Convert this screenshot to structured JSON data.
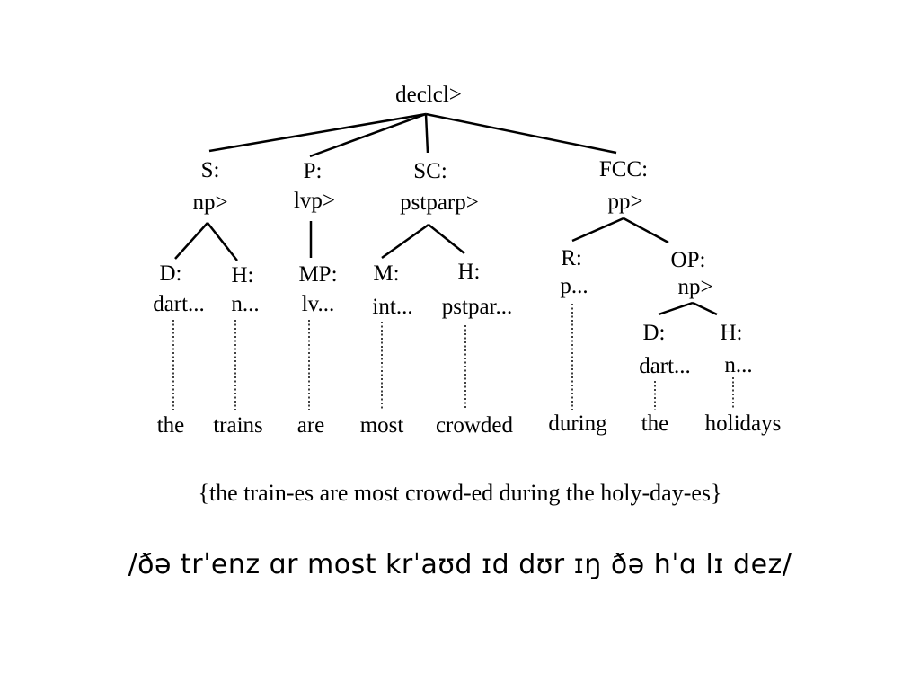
{
  "tree": {
    "root": "declcl>",
    "S": {
      "role": "S:",
      "cat": "np>"
    },
    "P": {
      "role": "P:",
      "cat": "lvp>"
    },
    "SC": {
      "role": "SC:",
      "cat": "pstparp>"
    },
    "FCC": {
      "role": "FCC:",
      "cat": "pp>"
    },
    "S_D": {
      "role": "D:",
      "cat": "dart..."
    },
    "S_H": {
      "role": "H:",
      "cat": "n..."
    },
    "P_MP": {
      "role": "MP:",
      "cat": "lv..."
    },
    "SC_M": {
      "role": "M:",
      "cat": "int..."
    },
    "SC_H": {
      "role": "H:",
      "cat": "pstpar..."
    },
    "FCC_R": {
      "role": "R:",
      "cat": "p..."
    },
    "FCC_OP": {
      "role": "OP:",
      "cat": "np>"
    },
    "OP_D": {
      "role": "D:",
      "cat": "dart..."
    },
    "OP_H": {
      "role": "H:",
      "cat": "n..."
    }
  },
  "words": [
    "the",
    "trains",
    "are",
    "most",
    "crowded",
    "during",
    "the",
    "holidays"
  ],
  "gloss": "{the train-es are most crowd-ed during the holy-day-es}",
  "phonetic": "/ðə trˈenz ɑr most krˈaʊd ɪd dʊr ɪŋ ðə hˈɑ lɪ dez/"
}
